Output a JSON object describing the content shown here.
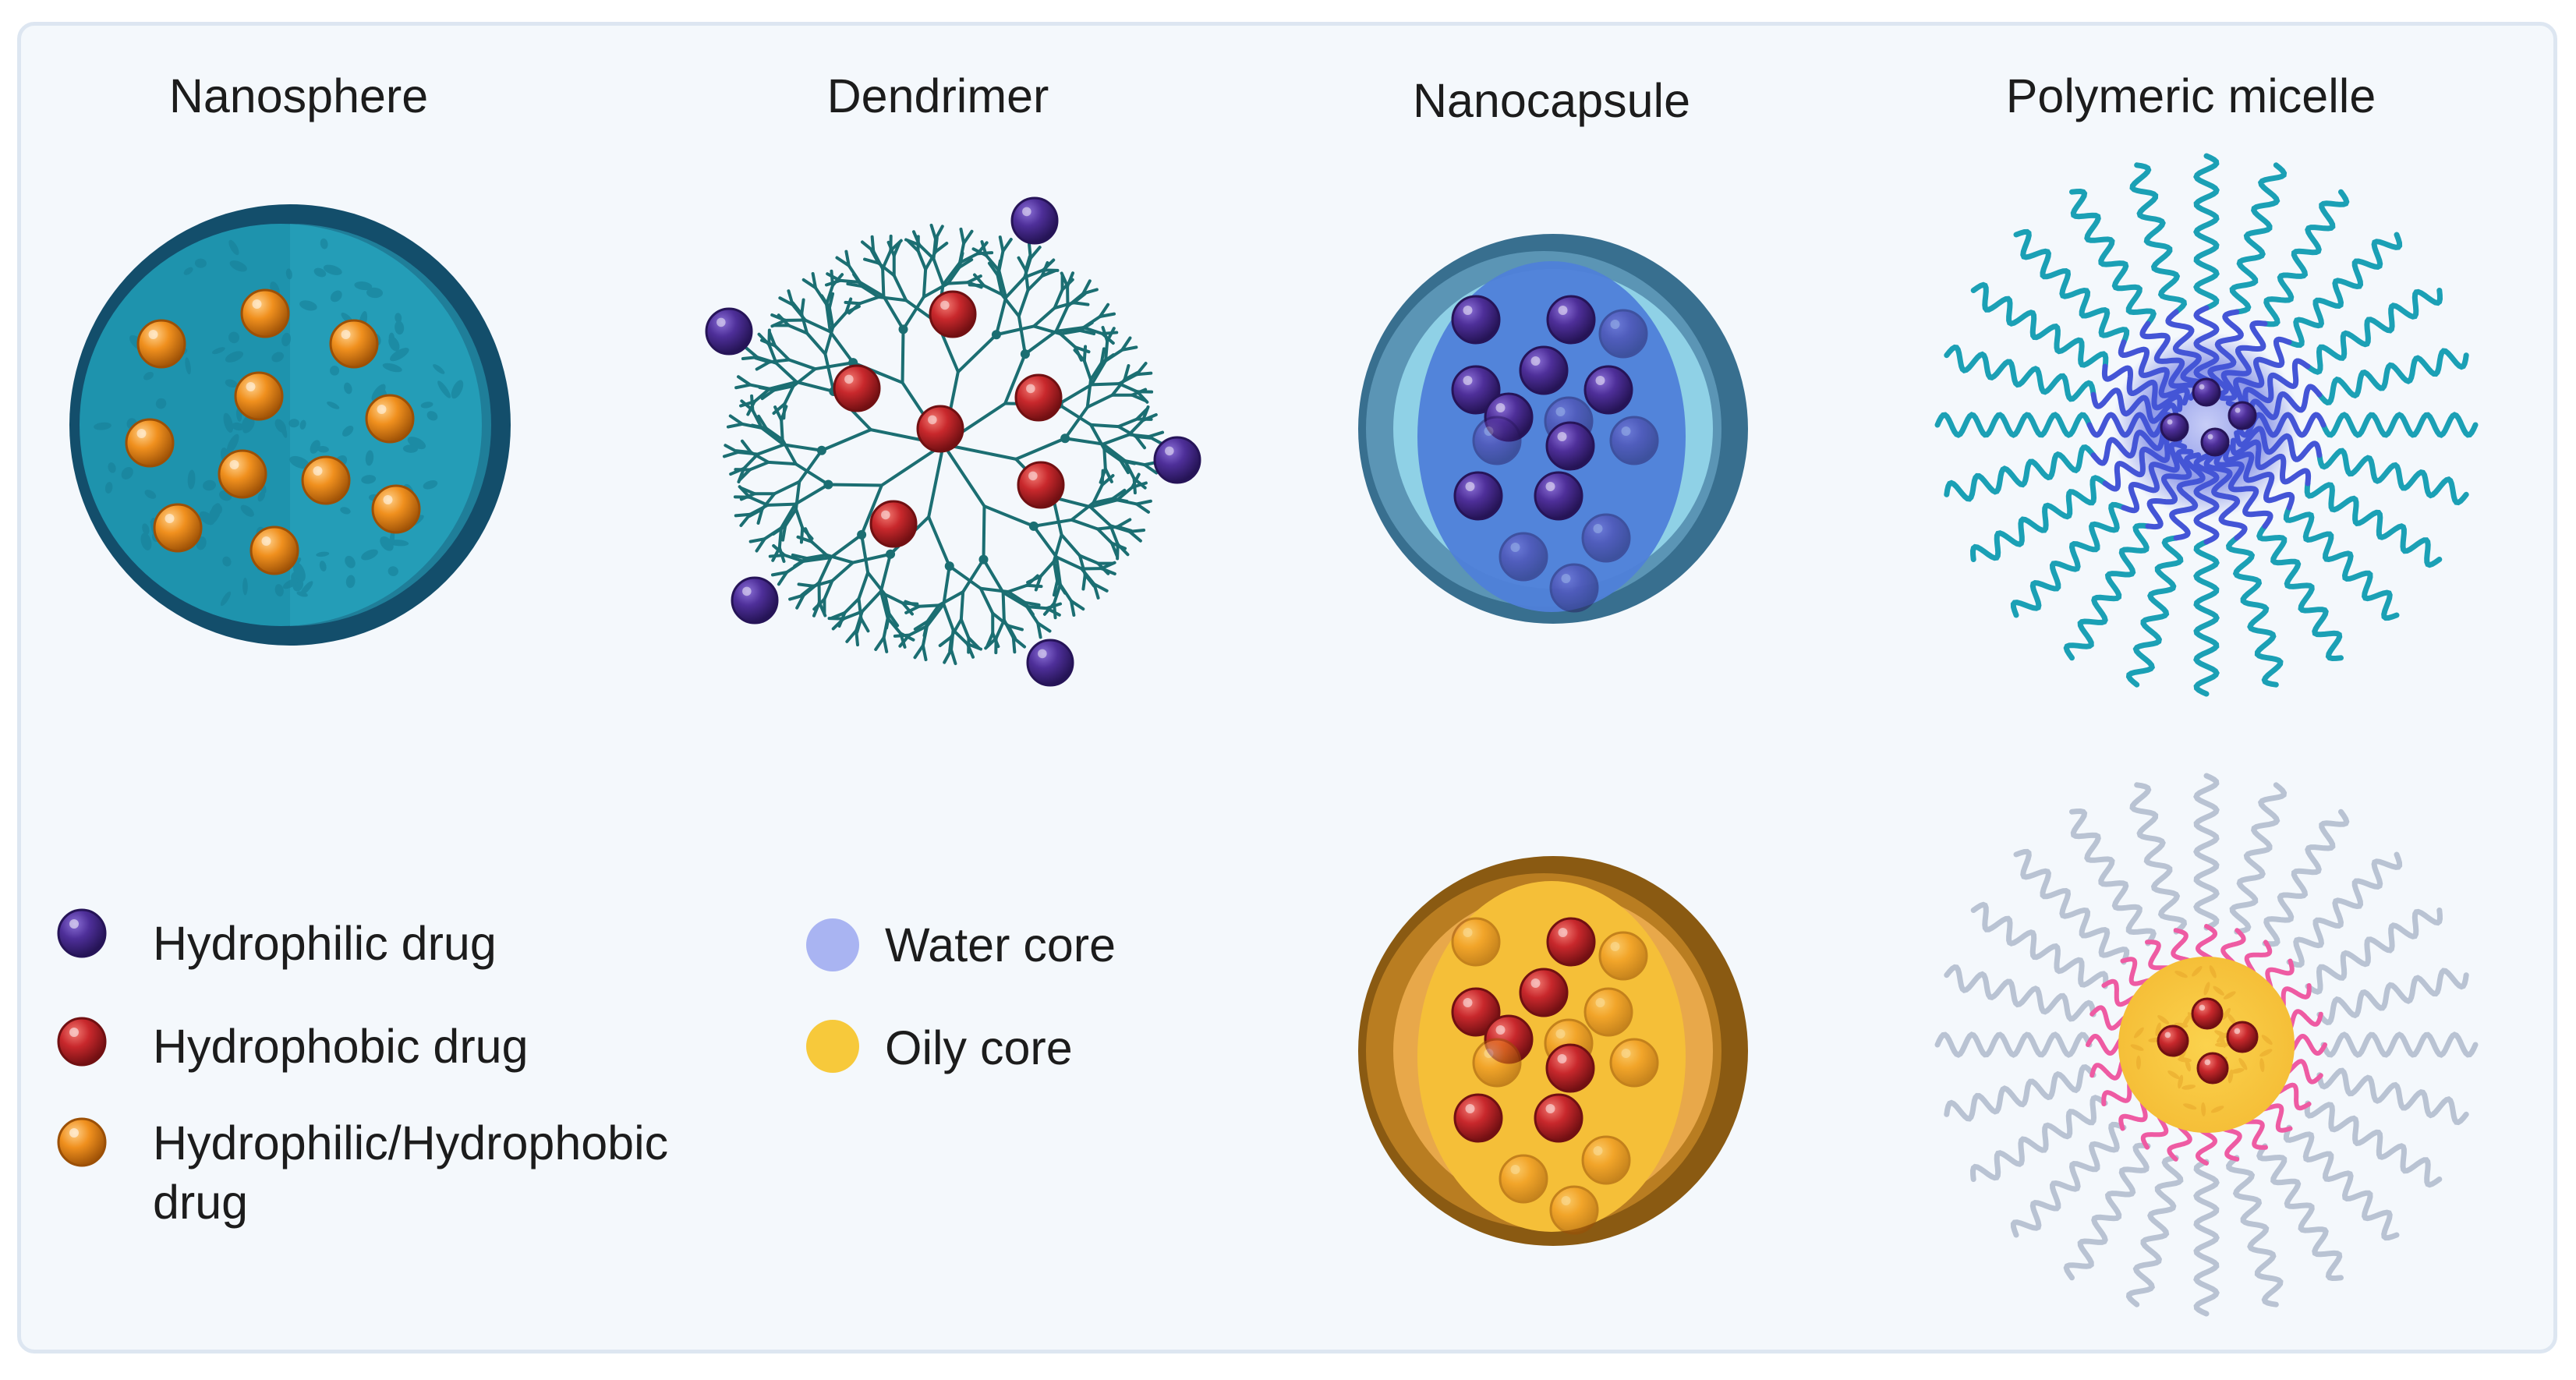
{
  "titles": {
    "nanosphere": "Nanosphere",
    "dendrimer": "Dendrimer",
    "nanocapsule": "Nanocapsule",
    "polymeric_micelle": "Polymeric micelle"
  },
  "legend": {
    "hydrophilic_drug": "Hydrophilic drug",
    "hydrophobic_drug": "Hydrophobic drug",
    "amphiphilic_drug_line1": "Hydrophilic/Hydrophobic",
    "amphiphilic_drug_line2": "drug",
    "water_core": "Water core",
    "oily_core": "Oily core"
  },
  "colors": {
    "hydrophilic_drug": "#4a2a91",
    "hydrophobic_drug": "#c8282c",
    "amphiphilic_drug": "#f0901e",
    "water_core": "#a9b4f2",
    "oily_core": "#f7c93b",
    "nanosphere_shell": "#1e93ad",
    "dendrimer_branch": "#1b6e72",
    "micelle_teal_chain": "#1ba0b5",
    "micelle_grey_chain": "#b9c3d3",
    "micelle_pink_chain": "#ee5ba3",
    "nanocapsule_shell": "#5b95b5",
    "nanocapsule_oily_shell": "#b97d21"
  }
}
